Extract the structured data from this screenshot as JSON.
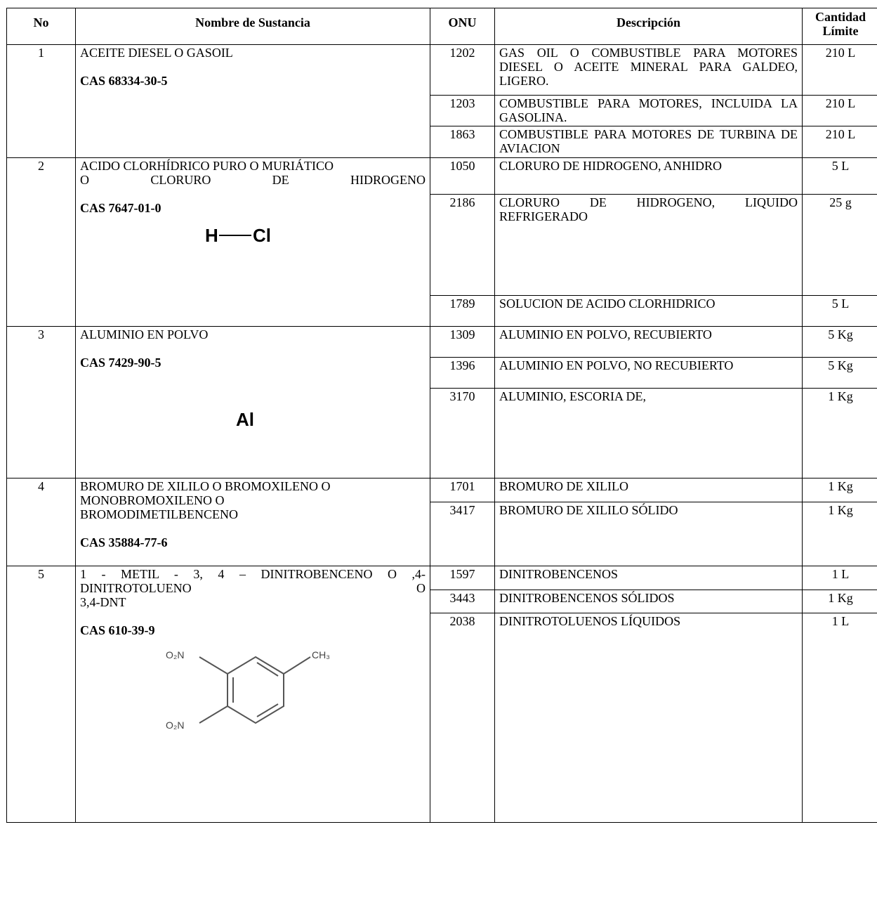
{
  "headers": {
    "no": "No",
    "name": "Nombre de Sustancia",
    "onu": "ONU",
    "desc": "Descripción",
    "qty": "Cantidad Límite"
  },
  "rows": [
    {
      "no": "1",
      "name": [
        "ACEITE DIESEL O GASOIL"
      ],
      "cas": "CAS 68334-30-5",
      "entries": [
        {
          "onu": "1202",
          "desc": "GAS OIL O COMBUSTIBLE PARA MOTORES DIESEL O ACEITE MINERAL PARA GALDEO, LIGERO.",
          "qty": "210 L"
        },
        {
          "onu": "1203",
          "desc": "COMBUSTIBLE PARA MOTORES, INCLUIDA LA GASOLINA.",
          "qty": "210 L"
        },
        {
          "onu": "1863",
          "desc": "COMBUSTIBLE PARA MOTORES DE TURBINA DE AVIACION",
          "qty": "210 L"
        }
      ]
    },
    {
      "no": "2",
      "name": [
        "ACIDO CLORHÍDRICO PURO O MURIÁTICO",
        "O CLORURO DE HIDROGENO"
      ],
      "cas": "CAS 7647-01-0",
      "structure": {
        "type": "diatomic",
        "atom1": "H",
        "atom2": "Cl"
      },
      "entries": [
        {
          "onu": "1050",
          "desc": "CLORURO DE HIDROGENO, ANHIDRO",
          "qty": "5 L"
        },
        {
          "onu": "2186",
          "desc": "CLORURO DE HIDROGENO, LIQUIDO REFRIGERADO",
          "qty": "25 g"
        },
        {
          "onu": "1789",
          "desc": "SOLUCION DE ACIDO CLORHIDRICO",
          "qty": "5 L"
        }
      ]
    },
    {
      "no": "3",
      "name": [
        "ALUMINIO EN POLVO"
      ],
      "cas": "CAS 7429-90-5",
      "structure": {
        "type": "element",
        "atom1": "Al"
      },
      "entries": [
        {
          "onu": "1309",
          "desc": "ALUMINIO EN POLVO, RECUBIERTO",
          "qty": "5 Kg"
        },
        {
          "onu": "1396",
          "desc": "ALUMINIO EN POLVO, NO RECUBIERTO",
          "qty": "5 Kg"
        },
        {
          "onu": "3170",
          "desc": "ALUMINIO, ESCORIA DE,",
          "qty": "1 Kg"
        }
      ]
    },
    {
      "no": "4",
      "name": [
        "BROMURO DE XILILO O BROMOXILENO O",
        "MONOBROMOXILENO O",
        "BROMODIMETILBENCENO"
      ],
      "cas": "CAS 35884-77-6",
      "entries": [
        {
          "onu": "1701",
          "desc": "BROMURO DE XILILO",
          "qty": "1 Kg"
        },
        {
          "onu": "3417",
          "desc": "BROMURO DE XILILO SÓLIDO",
          "qty": "1 Kg"
        }
      ]
    },
    {
      "no": "5",
      "name": [
        "1 - METIL - 3, 4 – DINITROBENCENO O ,4-",
        "DINITROTOLUENO O",
        "3,4-DNT"
      ],
      "cas": "CAS 610-39-9",
      "structure": {
        "type": "ring",
        "sub1": "O₂N",
        "sub2": "O₂N",
        "sub3": "CH₃"
      },
      "entries": [
        {
          "onu": "1597",
          "desc": "DINITROBENCENOS",
          "qty": "1 L"
        },
        {
          "onu": "3443",
          "desc": "DINITROBENCENOS SÓLIDOS",
          "qty": "1 Kg"
        },
        {
          "onu": "2038",
          "desc": "DINITROTOLUENOS LÍQUIDOS",
          "qty": "1 L"
        }
      ]
    }
  ]
}
